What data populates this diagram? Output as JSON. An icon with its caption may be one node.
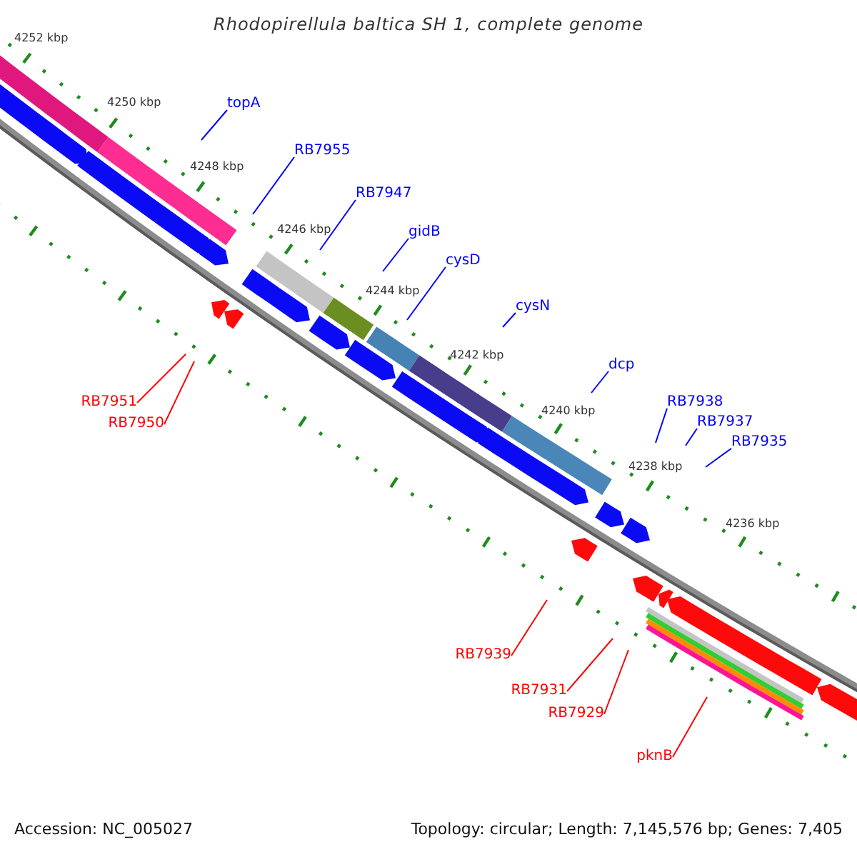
{
  "diagram": {
    "title": "Rhodopirellula baltica SH 1, complete genome",
    "nodes": [
      {
        "text": [
          "topA"
        ]
      },
      {
        "text": [
          "RB7955"
        ]
      },
      {
        "text": [
          "RB7947"
        ]
      },
      {
        "text": [
          "gidB"
        ]
      },
      {
        "text": [
          "cysD"
        ]
      },
      {
        "text": [
          "cysN"
        ]
      },
      {
        "text": [
          "dcp"
        ]
      },
      {
        "text": [
          "RB7938"
        ]
      },
      {
        "text": [
          "RB7937"
        ]
      },
      {
        "text": [
          "RB7935"
        ]
      },
      {
        "text": [
          "RB7951"
        ]
      },
      {
        "text": [
          "RB7950"
        ]
      },
      {
        "text": [
          "RB7939"
        ]
      },
      {
        "text": [
          "RB7931"
        ]
      },
      {
        "text": [
          "RB7929"
        ]
      },
      {
        "text": [
          "pknB"
        ]
      }
    ],
    "edges": [
      {
        "from": 0,
        "to": null,
        "arrow": "none"
      },
      {
        "from": 1,
        "to": null,
        "arrow": "none"
      },
      {
        "from": 2,
        "to": null,
        "arrow": "none"
      },
      {
        "from": 3,
        "to": null,
        "arrow": "none"
      },
      {
        "from": 4,
        "to": null,
        "arrow": "none"
      },
      {
        "from": 5,
        "to": null,
        "arrow": "none"
      },
      {
        "from": 6,
        "to": null,
        "arrow": "none"
      },
      {
        "from": 7,
        "to": null,
        "arrow": "none"
      },
      {
        "from": 8,
        "to": null,
        "arrow": "none"
      },
      {
        "from": 9,
        "to": null,
        "arrow": "none"
      },
      {
        "from": 10,
        "to": null,
        "arrow": "none",
        "color": "#ff0000"
      },
      {
        "from": 11,
        "to": null,
        "arrow": "none",
        "color": "#ff0000"
      },
      {
        "from": 12,
        "to": null,
        "arrow": "none",
        "color": "#ff0000"
      },
      {
        "from": 13,
        "to": null,
        "arrow": "none",
        "color": "#ff0000"
      },
      {
        "from": 14,
        "to": null,
        "arrow": "none",
        "color": "#ff0000"
      },
      {
        "from": 15,
        "to": null,
        "arrow": "none",
        "color": "#ff0000"
      }
    ],
    "labels": [
      "4252 kbp",
      "4250 kbp",
      "4248 kbp",
      "4246 kbp",
      "4244 kbp",
      "4242 kbp",
      "4240 kbp",
      "4238 kbp",
      "4236 kbp",
      "Accession: NC_005027",
      "Topology: circular; Length: 7,145,576 bp; Genes: 7,405"
    ]
  }
}
